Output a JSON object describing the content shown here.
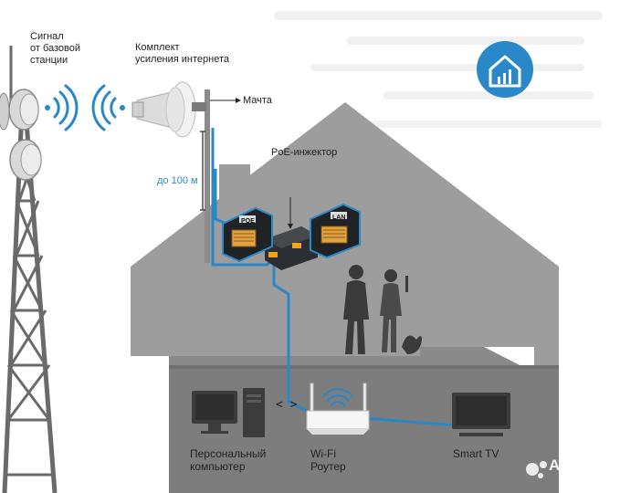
{
  "labels": {
    "signal_base_station": [
      "Сигнал",
      "от базовой",
      "станции"
    ],
    "internet_boost_kit": [
      "Комплект",
      "усиления интернета"
    ],
    "mast": "Мачта",
    "poe_injector": "PoE-инжектор",
    "distance": "до 100 м",
    "port_poe": "POE",
    "port_lan": "LAN",
    "personal_computer": [
      "Персональный",
      "компьютер"
    ],
    "wifi_router": [
      "Wi-Fi",
      "Роутер"
    ],
    "smart_tv": "Smart TV",
    "link_arrows": "< >",
    "watermark": "Avito"
  },
  "icons": {
    "logo": "home-signal-icon",
    "tower": "cell-tower-icon",
    "signal": "wifi-waves-icon"
  },
  "colors": {
    "logo_bg": "#2a88c8",
    "cable": "#2a88c8",
    "house_upper": "#9d9d9d",
    "house_lower": "#7d7d7d",
    "dark_device": "#3c3c3c",
    "distance_text": "#2a88c8"
  }
}
